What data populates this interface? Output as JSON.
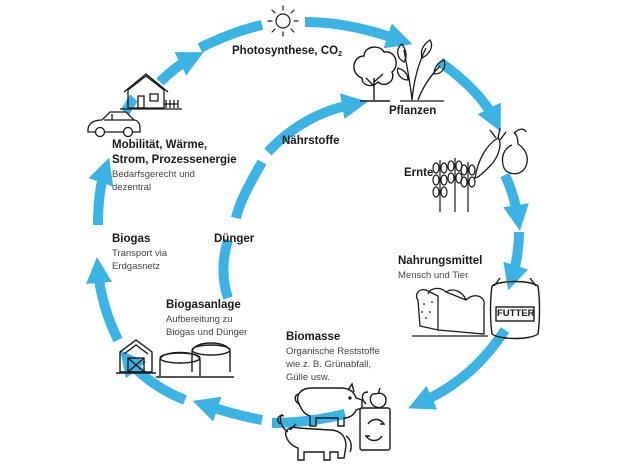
{
  "diagram": {
    "accent_color": "#3bb4e5",
    "icon_color": "#1a1a1a",
    "nodes": {
      "photosynthese": {
        "title": "Photosynthese, CO",
        "title_sub": "2"
      },
      "pflanzen": {
        "title": "Pflanzen"
      },
      "ernte": {
        "title": "Ernte"
      },
      "nahrungsmittel": {
        "title": "Nahrungsmittel",
        "desc": "Mensch und Tier"
      },
      "futter": {
        "title": "FUTTER"
      },
      "biomasse": {
        "title": "Biomasse",
        "desc_lines": [
          "Organische Reststoffe",
          "wie z. B. Grünabfall,",
          "Gülle usw."
        ]
      },
      "biogasanlage": {
        "title": "Biogasanlage",
        "desc_lines": [
          "Aufbereitung zu",
          "Biogas und Dünger"
        ]
      },
      "biogas": {
        "title": "Biogas",
        "desc_lines": [
          "Transport via",
          "Erdgasnetz"
        ]
      },
      "mobilitaet": {
        "title_lines": [
          "Mobilität, Wärme,",
          "Strom, Prozessenergie"
        ],
        "desc_lines": [
          "Bedarfsgerecht und",
          "dezentral"
        ]
      },
      "naehrstoffe": {
        "title": "Nährstoffe"
      },
      "duenger": {
        "title": "Dünger"
      }
    },
    "icons": [
      "sun-icon",
      "tree-icon",
      "plants-icon",
      "vegetables-icon",
      "grain-icon",
      "bread-icon",
      "feed-sack-icon",
      "pig-icon",
      "cow-icon",
      "compost-bin-icon",
      "barn-icon",
      "biogas-tank-icon",
      "house-icon",
      "car-icon"
    ]
  }
}
